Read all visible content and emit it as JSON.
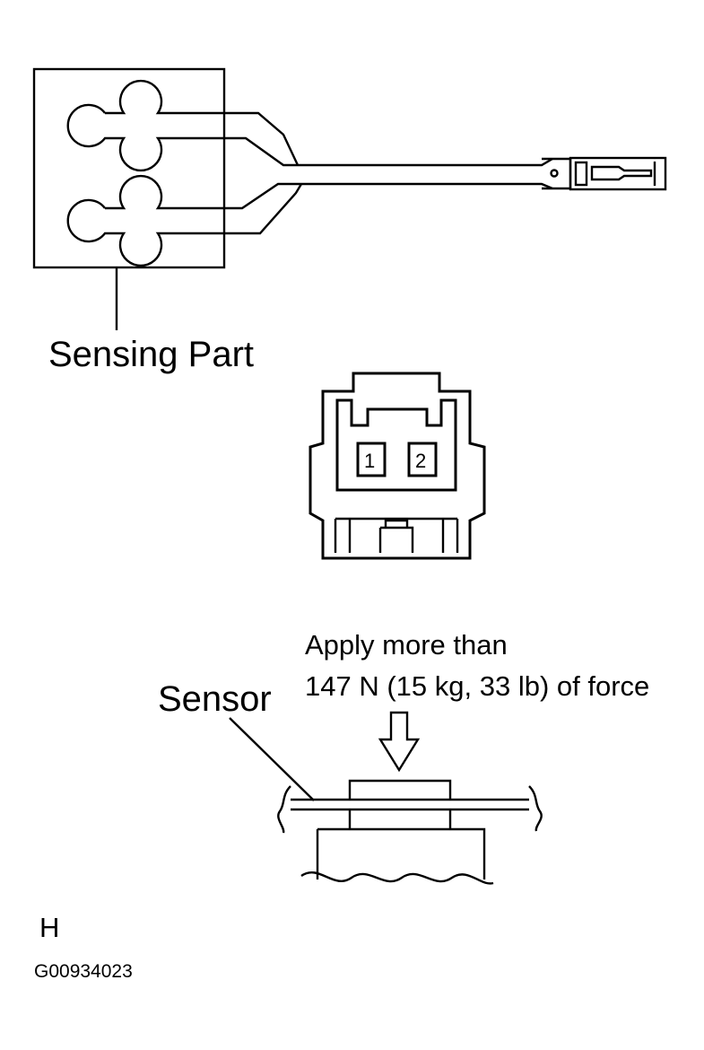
{
  "labels": {
    "sensing_part": "Sensing Part",
    "sensor": "Sensor",
    "force_line1": "Apply more than",
    "force_line2": "147 N (15 kg, 33 lb) of force",
    "variant": "H",
    "figure_code": "G00934023"
  },
  "connector": {
    "pins": [
      "1",
      "2"
    ]
  },
  "icons": {
    "force_arrow": "down-arrow-icon",
    "sensor_pad": "pressure-sensor-icon",
    "connector": "two-pin-connector-icon"
  }
}
